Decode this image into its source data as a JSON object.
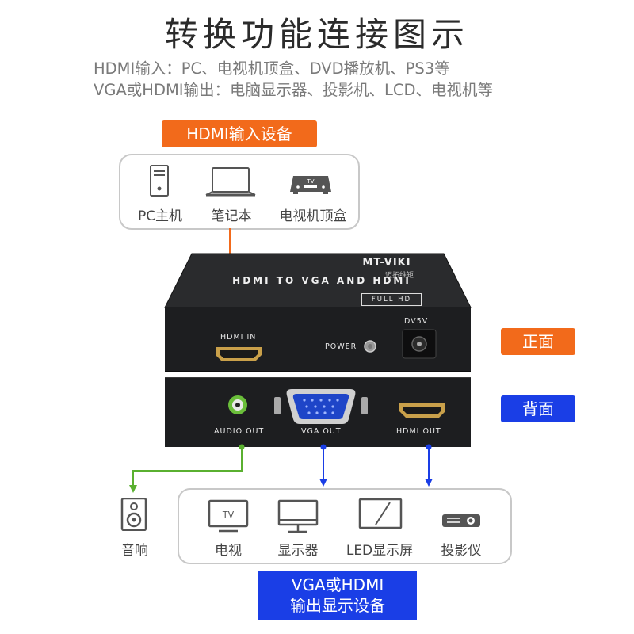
{
  "title": "转换功能连接图示",
  "subtitle_input": "HDMI输入：PC、电视机顶盒、DVD播放机、PS3等",
  "subtitle_output": "VGA或HDMI输出：电脑显示器、投影机、LCD、电视机等",
  "input_section": {
    "label": "HDMI输入设备",
    "devices": [
      {
        "icon": "pc-tower-icon",
        "label": "PC主机"
      },
      {
        "icon": "laptop-icon",
        "label": "笔记本"
      },
      {
        "icon": "set-top-box-icon",
        "label": "电视机顶盒"
      }
    ]
  },
  "device": {
    "brand": "MT-VIKI",
    "brand_cn": "迈拓维矩",
    "model": "HDMI TO VGA AND HDMI",
    "badge": "FULL HD",
    "front_ports": {
      "hdmi_in": "HDMI IN",
      "power": "POWER",
      "dc": "DV5V"
    },
    "back_ports": {
      "audio": "AUDIO OUT",
      "vga": "VGA OUT",
      "hdmi_out": "HDMI OUT"
    }
  },
  "front_label": "正面",
  "back_label": "背面",
  "audio_output": {
    "icon": "speaker-icon",
    "label": "音响"
  },
  "output_devices": [
    {
      "icon": "tv-icon",
      "label": "电视",
      "screen_text": "TV"
    },
    {
      "icon": "monitor-icon",
      "label": "显示器"
    },
    {
      "icon": "led-screen-icon",
      "label": "LED显示屏"
    },
    {
      "icon": "projector-icon",
      "label": "投影仪"
    }
  ],
  "output_section": {
    "line1": "VGA或HDMI",
    "line2": "输出显示设备"
  },
  "colors": {
    "orange": "#f26a1b",
    "blue": "#1a3ee6",
    "green": "#5ab030",
    "device": "#1d1e20",
    "gold": "#c9a04a"
  }
}
